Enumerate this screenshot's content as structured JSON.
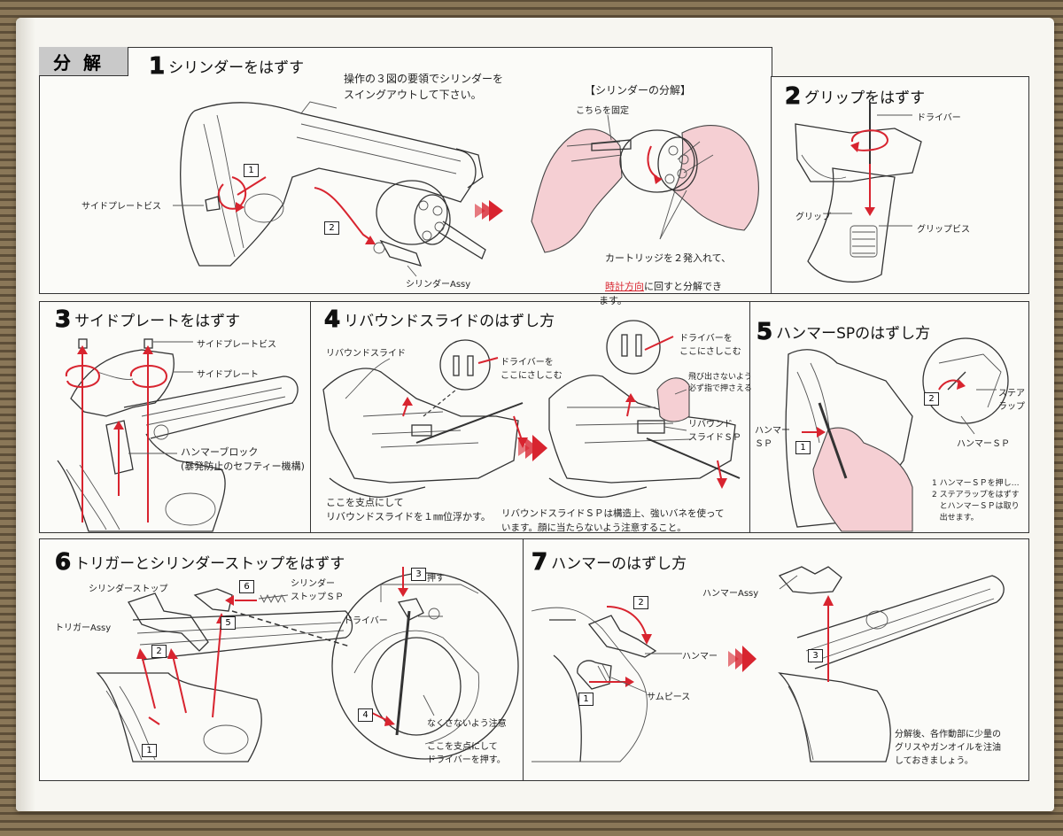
{
  "header": {
    "section_label": "分解"
  },
  "step1": {
    "num": "1",
    "title": "シリンダーをはずす",
    "instruction": "操作の３図の要領でシリンダーを\nスイングアウトして下さい。",
    "label_sideplate_screw": "サイドプレートビス",
    "label_cylinder_assy": "シリンダーAssy",
    "box1": "1",
    "box2": "2",
    "sub_title": "【シリンダーの分解】",
    "label_fix": "こちらを固定",
    "note_pre": "カートリッジを２発入れて、",
    "note_hl": "時計方向",
    "note_post": "に回すと分解でき\nます。"
  },
  "step2": {
    "num": "2",
    "title": "グリップをはずす",
    "label_driver": "ドライバー",
    "label_grip": "グリップ",
    "label_grip_screw": "グリップビス"
  },
  "step3": {
    "num": "3",
    "title": "サイドプレートをはずす",
    "label_screw": "サイドプレートビス",
    "label_plate": "サイドプレート",
    "label_block": "ハンマーブロック",
    "label_block_note": "(暴発防止のセフティー機構)"
  },
  "step4": {
    "num": "4",
    "title": "リバウンドスライドのはずし方",
    "label_slide": "リバウンドスライド",
    "label_driver_left": "ドライバーを\nここにさしこむ",
    "label_driver_right": "ドライバーを\nここにさしこむ",
    "label_hold": "飛び出さないよう\n必ず指で押さえる",
    "label_slide_sp": "リバウンド\nスライドＳＰ",
    "note_left": "ここを支点にして\nリバウンドスライドを１㎜位浮かす。",
    "note_warning": "リバウンドスライドＳＰは構造上、強いバネを使って\nいます。顔に当たらないよう注意すること。"
  },
  "step5": {
    "num": "5",
    "title": "ハンマーSPのはずし方",
    "label_hammer_sp_left": "ハンマー\nＳＰ",
    "label_stirrup": "ステア\nラップ",
    "label_hammer_sp_right": "ハンマーＳＰ",
    "box1": "1",
    "box2": "2",
    "note": "1 ハンマーＳＰを押し…\n2 ステアラップをはずす\n   とハンマーＳＰは取り\n   出せます。"
  },
  "step6": {
    "num": "6",
    "title": "トリガーとシリンダーストップをはずす",
    "label_cyl_stop": "シリンダーストップ",
    "label_cyl_stop_sp": "シリンダー\nストップＳＰ",
    "label_trigger": "トリガーAssy",
    "label_push": "押す",
    "label_driver": "ドライバー",
    "label_careful": "なくさないよう注意",
    "note_fulcrum": "ここを支点にして\nドライバーを押す。",
    "box1": "1",
    "box2": "2",
    "box3": "3",
    "box4": "4",
    "box5": "5",
    "box6": "6"
  },
  "step7": {
    "num": "7",
    "title": "ハンマーのはずし方",
    "label_hammer": "ハンマー",
    "label_thumb": "サムピース",
    "label_hammer_assy": "ハンマーAssy",
    "box1": "1",
    "box2": "2",
    "box3": "3",
    "note": "分解後、各作動部に少量の\nグリスやガンオイルを注油\nしておきましょう。"
  },
  "colors": {
    "accent_red": "#d8242f",
    "hand_pink": "#f5cfd3",
    "header_gray": "#c9c9c9"
  }
}
